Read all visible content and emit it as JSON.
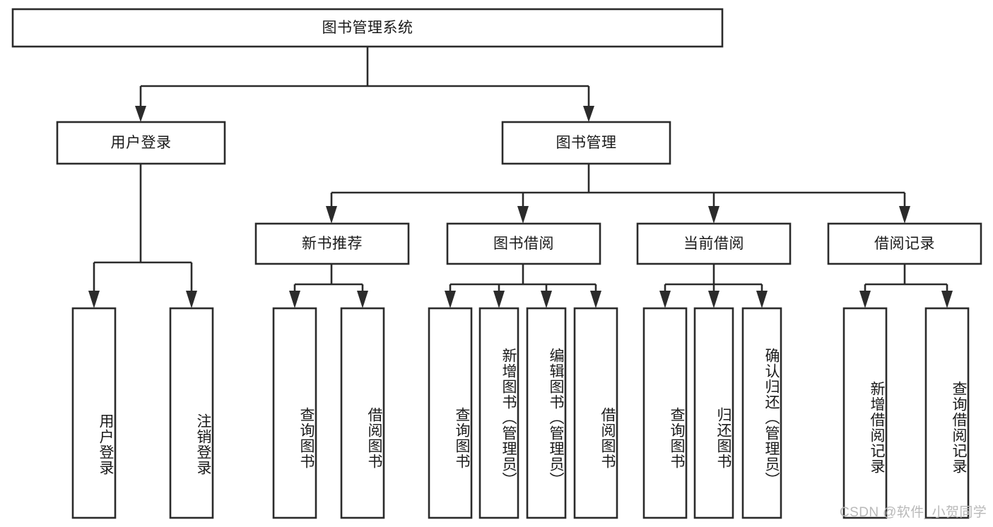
{
  "diagram": {
    "type": "hierarchy-tree",
    "title": "图书管理系统",
    "orientation": "top-down",
    "colors": {
      "stroke": "#2b2b2b",
      "fill": "#ffffff",
      "text": "#1a1a1a",
      "watermark": "#b9b9b9",
      "background": "#ffffff"
    },
    "levels": 4,
    "root": {
      "label": "图书管理系统"
    },
    "level2": [
      {
        "label": "用户登录"
      },
      {
        "label": "图书管理"
      }
    ],
    "level3": [
      {
        "label": "新书推荐"
      },
      {
        "label": "图书借阅"
      },
      {
        "label": "当前借阅"
      },
      {
        "label": "借阅记录"
      }
    ],
    "leaves": {
      "user_login": [
        {
          "label": "用户登录"
        },
        {
          "label": "注销登录"
        }
      ],
      "new_book_recommend": [
        {
          "label": "查询图书"
        },
        {
          "label": "借阅图书"
        }
      ],
      "book_borrow": [
        {
          "label": "查询图书"
        },
        {
          "label": "新增图书（管理员）"
        },
        {
          "label": "编辑图书（管理员）"
        },
        {
          "label": "借阅图书"
        }
      ],
      "current_borrow": [
        {
          "label": "查询图书"
        },
        {
          "label": "归还图书"
        },
        {
          "label": "确认归还（管理员）"
        }
      ],
      "borrow_record": [
        {
          "label": "新增借阅记录"
        },
        {
          "label": "查询借阅记录"
        }
      ]
    }
  },
  "watermark": {
    "text": "CSDN @软件_小贺同学"
  }
}
